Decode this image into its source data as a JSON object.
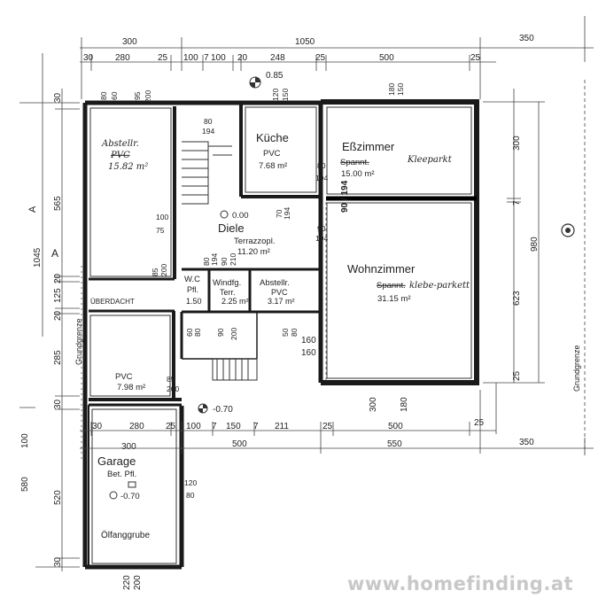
{
  "top_dims": {
    "row1": [
      "300",
      "1050",
      "350"
    ],
    "row2": [
      "30",
      "280",
      "25",
      "100",
      "7",
      "100",
      "20",
      "248",
      "25",
      "500",
      "25"
    ]
  },
  "elevations": {
    "top": "0.85",
    "hall": "0.00",
    "stair_landing": "-0.70",
    "garage": "-0.70"
  },
  "rooms": {
    "abstell": {
      "name": "Abstellr.",
      "floor_struck": "PVC",
      "area": "15.82 m²"
    },
    "kueche": {
      "name": "Küche",
      "floor": "PVC",
      "area": "7.68 m²"
    },
    "esszimmer": {
      "name": "Eßzimmer",
      "floor_struck": "Spannt.",
      "floor_hand": "Kleeparkt",
      "area": "15.00 m²"
    },
    "diele": {
      "name": "Diele",
      "floor": "Terrazzopl.",
      "area": "11.20 m²"
    },
    "wohnzimmer": {
      "name": "Wohnzimmer",
      "floor_struck": "Spannt.",
      "floor_hand": "klebe-parkett",
      "area": "31.15 m²"
    },
    "wc": {
      "name": "W.C",
      "floor": "Pfl.",
      "area": "1.50"
    },
    "windfang": {
      "name": "Windfg.",
      "floor": "Terr.",
      "area": "2.25 m²"
    },
    "abstell2": {
      "name": "Abstellr.",
      "floor": "PVC",
      "area": "3.17 m²"
    },
    "ueberdacht": {
      "name": "ÜBERDACHT"
    },
    "pvc_room": {
      "floor": "PVC",
      "area": "7.98 m²"
    },
    "garage": {
      "name": "Garage",
      "floor": "Bet. Pfl.",
      "sub": "Ölfanggrube"
    }
  },
  "inner_dims": [
    "80",
    "60",
    "95",
    "200",
    "80",
    "194",
    "120",
    "150",
    "180",
    "150",
    "80",
    "194",
    "70",
    "194",
    "90",
    "194",
    "100",
    "75",
    "80",
    "194",
    "90",
    "210",
    "85",
    "200",
    "60",
    "80",
    "90",
    "200",
    "50",
    "80",
    "160",
    "160",
    "85",
    "200",
    "120",
    "80"
  ],
  "red_mark": "90 / 194",
  "left_dims": [
    "30",
    "565",
    "20",
    "125",
    "20",
    "285",
    "30",
    "100",
    "580",
    "520",
    "30"
  ],
  "left_total": "1045",
  "left_marker": "A",
  "section_marker_a": "A",
  "right_dims": {
    "r1": "300",
    "r2": "7",
    "r3": "623",
    "r4": "25",
    "total": "980"
  },
  "bottom_dims": {
    "row1": [
      "30",
      "280",
      "25",
      "100",
      "7",
      "150",
      "7",
      "211",
      "25",
      "500",
      "25"
    ],
    "row2": [
      "500",
      "550",
      "350"
    ],
    "garage_width": "300",
    "garage_bottom": [
      "220",
      "200"
    ],
    "wohn_below": [
      "300",
      "180"
    ],
    "garage_door": [
      "120",
      "80"
    ]
  },
  "grenze": "Grundgrenze",
  "watermark": "www.homefinding.at"
}
